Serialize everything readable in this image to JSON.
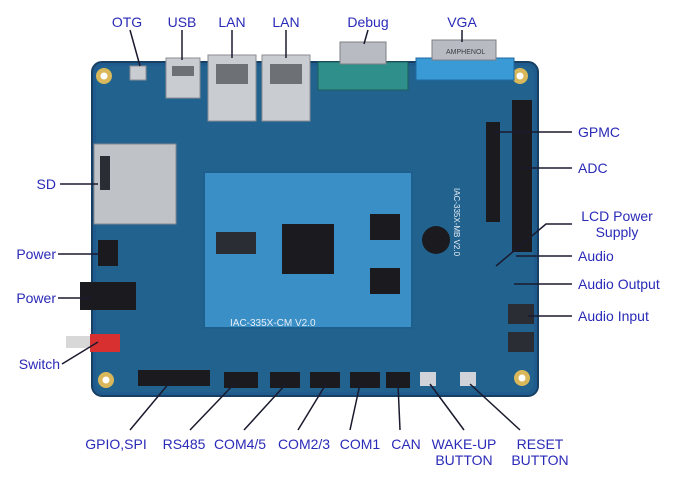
{
  "colors": {
    "label": "#2a2ab8",
    "leader": "#1a1a2e",
    "board": "#1f5b8c",
    "board_dark": "#163f63",
    "module": "#3a8fc6",
    "chip": "#1b1b1f",
    "gold": "#d8b85a",
    "silver": "#c9ccd0"
  },
  "labels": {
    "top": {
      "otg": "OTG",
      "usb": "USB",
      "lan1": "LAN",
      "lan2": "LAN",
      "debug": "Debug",
      "vga": "VGA"
    },
    "left": {
      "sd": "SD",
      "power1": "Power",
      "power2": "Power",
      "switch": "Switch"
    },
    "right": {
      "gpmc": "GPMC",
      "adc": "ADC",
      "lcd_power_line1": "LCD Power",
      "lcd_power_line2": "Supply",
      "audio": "Audio",
      "audio_output": "Audio Output",
      "audio_input": "Audio Input"
    },
    "bottom": {
      "gpio_spi": "GPIO,SPI",
      "rs485": "RS485",
      "com45": "COM4/5",
      "com23": "COM2/3",
      "com1": "COM1",
      "can": "CAN",
      "wakeup_line1": "WAKE-UP",
      "wakeup_line2": "BUTTON",
      "reset_line1": "RESET",
      "reset_line2": "BUTTON"
    }
  },
  "silkscreen": {
    "module_name": "IAC-335X-CM V2.0",
    "board_name": "IAC-335X-MB V2.0",
    "vga_connector": "AMPHENOL"
  }
}
